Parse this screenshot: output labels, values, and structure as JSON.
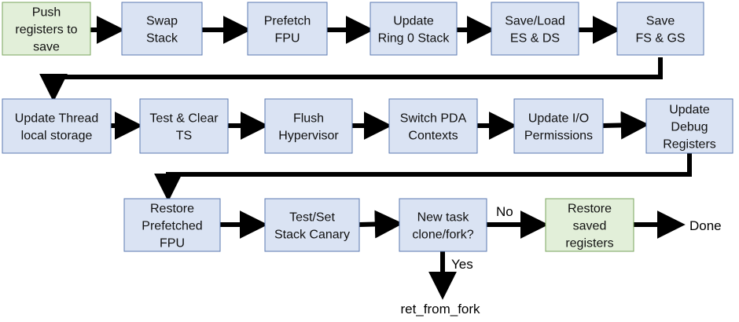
{
  "colors": {
    "process_fill": "#dae3f3",
    "process_stroke": "#5b7ab2",
    "start_end_fill": "#e2efd9",
    "start_end_stroke": "#7aa55d",
    "arrow": "#000000"
  },
  "nodes": [
    {
      "id": "push",
      "lines": [
        "Push",
        "registers to",
        "save"
      ],
      "kind": "terminal"
    },
    {
      "id": "swap-stack",
      "lines": [
        "Swap",
        "Stack"
      ],
      "kind": "process"
    },
    {
      "id": "prefetch-fpu",
      "lines": [
        "Prefetch",
        "FPU"
      ],
      "kind": "process"
    },
    {
      "id": "update-ring0",
      "lines": [
        "Update",
        "Ring 0 Stack"
      ],
      "kind": "process"
    },
    {
      "id": "save-load-es-ds",
      "lines": [
        "Save/Load",
        "ES & DS"
      ],
      "kind": "process"
    },
    {
      "id": "save-fs-gs",
      "lines": [
        "Save",
        "FS & GS"
      ],
      "kind": "process"
    },
    {
      "id": "update-tls",
      "lines": [
        "Update Thread",
        "local storage"
      ],
      "kind": "process"
    },
    {
      "id": "test-clear-ts",
      "lines": [
        "Test & Clear",
        "TS"
      ],
      "kind": "process"
    },
    {
      "id": "flush-hypervisor",
      "lines": [
        "Flush",
        "Hypervisor"
      ],
      "kind": "process"
    },
    {
      "id": "switch-pda",
      "lines": [
        "Switch PDA",
        "Contexts"
      ],
      "kind": "process"
    },
    {
      "id": "update-io",
      "lines": [
        "Update I/O",
        "Permissions"
      ],
      "kind": "process"
    },
    {
      "id": "update-debug",
      "lines": [
        "Update",
        "Debug",
        "Registers"
      ],
      "kind": "process"
    },
    {
      "id": "restore-fpu",
      "lines": [
        "Restore",
        "Prefetched",
        "FPU"
      ],
      "kind": "process"
    },
    {
      "id": "stack-canary",
      "lines": [
        "Test/Set",
        "Stack Canary"
      ],
      "kind": "process"
    },
    {
      "id": "new-task",
      "lines": [
        "New task",
        "clone/fork?"
      ],
      "kind": "process"
    },
    {
      "id": "restore-saved",
      "lines": [
        "Restore",
        "saved",
        "registers"
      ],
      "kind": "terminal"
    }
  ],
  "labels": {
    "no": "No",
    "yes": "Yes",
    "done": "Done",
    "ret_from_fork": "ret_from_fork"
  }
}
